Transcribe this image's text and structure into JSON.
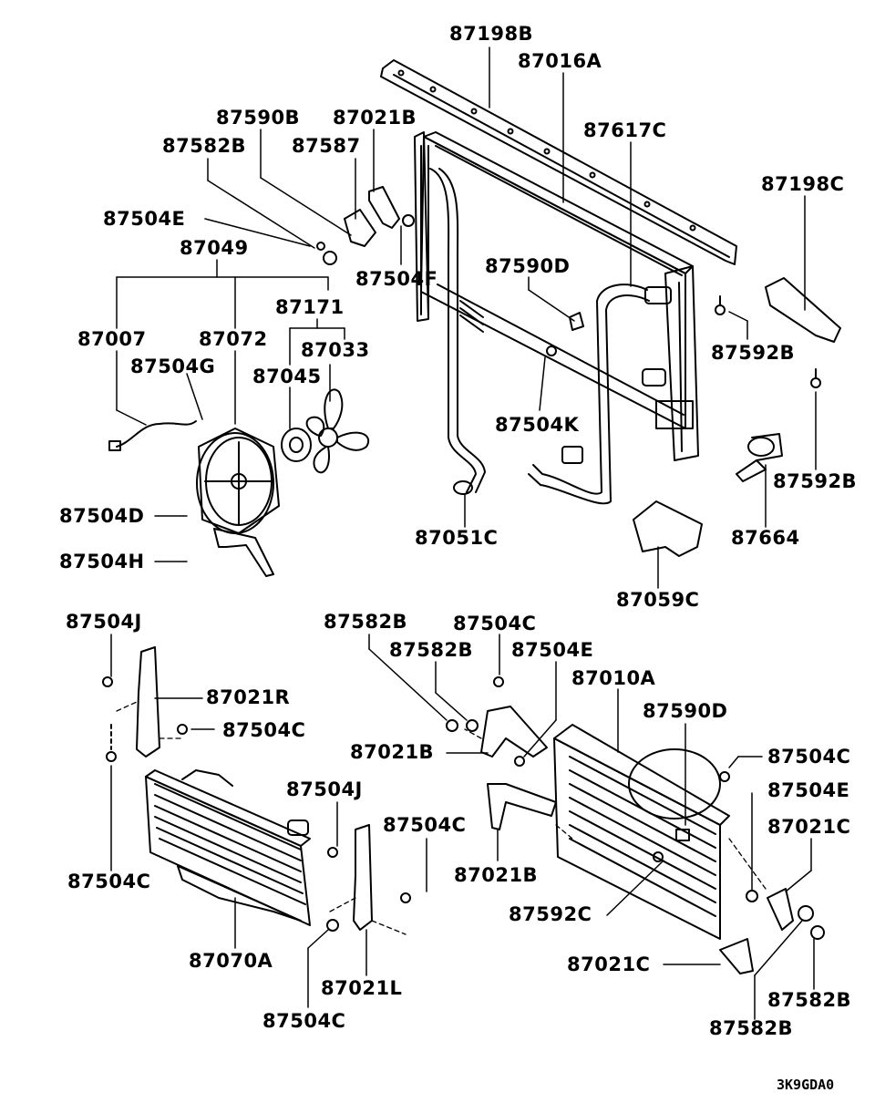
{
  "diagram": {
    "labels": {
      "p87198B": "87198B",
      "p87016A": "87016A",
      "p87590B": "87590B",
      "p87021B_top": "87021B",
      "p87617C": "87617C",
      "p87582B_top": "87582B",
      "p87587": "87587",
      "p87198C": "87198C",
      "p87504E_top": "87504E",
      "p87049": "87049",
      "p87504F": "87504F",
      "p87590D_top": "87590D",
      "p87171": "87171",
      "p87007": "87007",
      "p87072": "87072",
      "p87033": "87033",
      "p87592B_a": "87592B",
      "p87504G": "87504G",
      "p87045": "87045",
      "p87504K": "87504K",
      "p87592B_b": "87592B",
      "p87504D": "87504D",
      "p87051C": "87051C",
      "p87664": "87664",
      "p87504H": "87504H",
      "p87059C": "87059C",
      "p87504J_a": "87504J",
      "p87582B_mid1": "87582B",
      "p87504C_mid": "87504C",
      "p87582B_mid2": "87582B",
      "p87504E_mid": "87504E",
      "p87010A": "87010A",
      "p87021R": "87021R",
      "p87590D_bot": "87590D",
      "p87504C_left": "87504C",
      "p87021B_mid": "87021B",
      "p87504C_right": "87504C",
      "p87504J_b": "87504J",
      "p87504E_right": "87504E",
      "p87504C_center": "87504C",
      "p87021C_right": "87021C",
      "p87504C_farleft": "87504C",
      "p87021B_bot": "87021B",
      "p87592C": "87592C",
      "p87070A": "87070A",
      "p87021C_bot": "87021C",
      "p87021L": "87021L",
      "p87582B_r1": "87582B",
      "p87504C_bot": "87504C",
      "p87582B_r2": "87582B"
    },
    "diagram_code": "3K9GDA0"
  }
}
